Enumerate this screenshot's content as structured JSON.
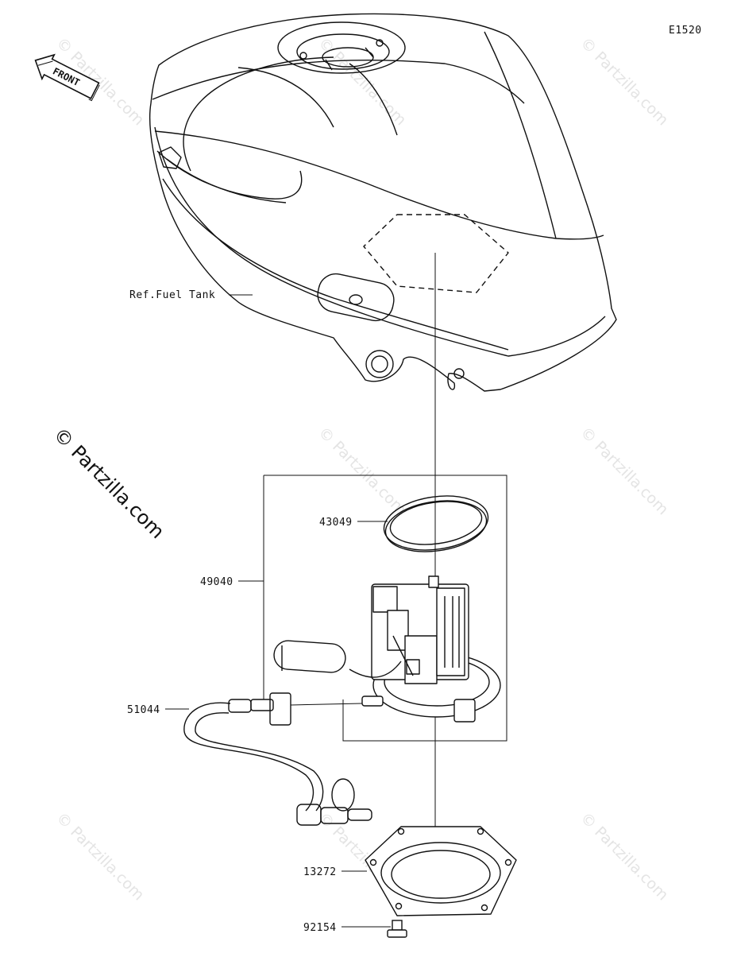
{
  "diagram_code": "E1520",
  "front_marker": "FRONT",
  "watermark_text": "© Partzilla.com",
  "ref_label": "Ref.Fuel Tank",
  "parts": [
    {
      "number": "43049"
    },
    {
      "number": "49040"
    },
    {
      "number": "51044"
    },
    {
      "number": "13272"
    },
    {
      "number": "92154"
    }
  ]
}
